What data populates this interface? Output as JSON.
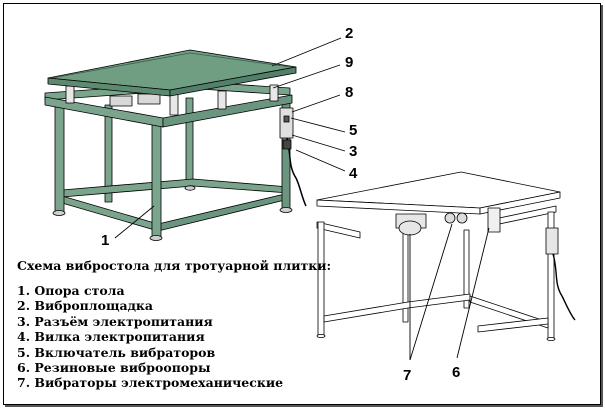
{
  "caption": {
    "title": "Схема вибростола для тротуарной плитки:",
    "items": [
      "1. Опора стола",
      "2. Виброплощадка",
      "3. Разъём электропитания",
      "4. Вилка электропитания",
      "5. Включатель вибраторов",
      "6. Резиновые виброопоры",
      "7. Вибраторы электромеханические"
    ]
  },
  "callouts": {
    "n1": "1",
    "n2": "2",
    "n3": "3",
    "n4": "4",
    "n5": "5",
    "n6": "6",
    "n7": "7",
    "n8": "8",
    "n9": "9"
  },
  "colors": {
    "top_plate": "#6f9e82",
    "frame": "#7aa58c",
    "frame_dark": "#3d5c4a",
    "outline": "#000000",
    "bracket": "#e8e8e8"
  }
}
